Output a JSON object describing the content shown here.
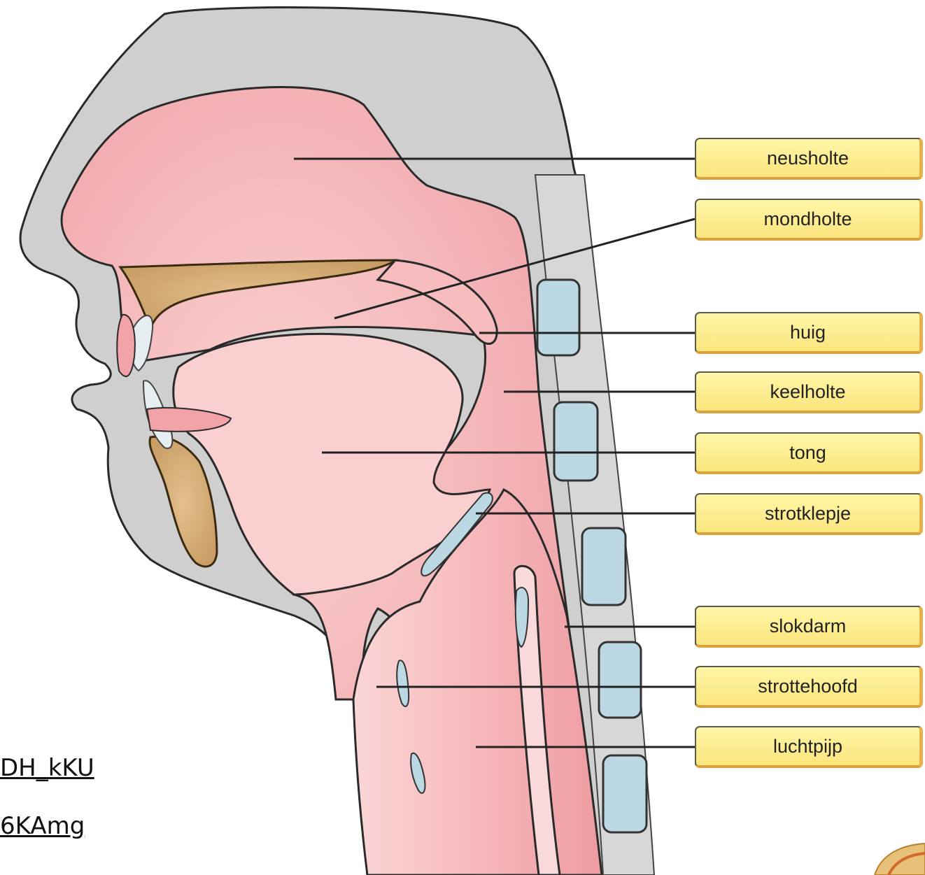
{
  "labels": {
    "neusholte": "neusholte",
    "mondholte": "mondholte",
    "huig": "huig",
    "keelholte": "keelholte",
    "tong": "tong",
    "strotklepje": "strotklepje",
    "slokdarm": "slokdarm",
    "strottehoofd": "strottehoofd",
    "luchtpijp": "luchtpijp"
  },
  "links": {
    "line1": "DH_kKU",
    "line2": "6KAmg"
  },
  "colors": {
    "head_gray": "#cfcfcf",
    "tissue_pink": "#f2a3a8",
    "tissue_light": "#f9caca",
    "bone": "#d8b27a",
    "cartilage": "#bcd9e3",
    "label_fill": "#fdef95"
  }
}
